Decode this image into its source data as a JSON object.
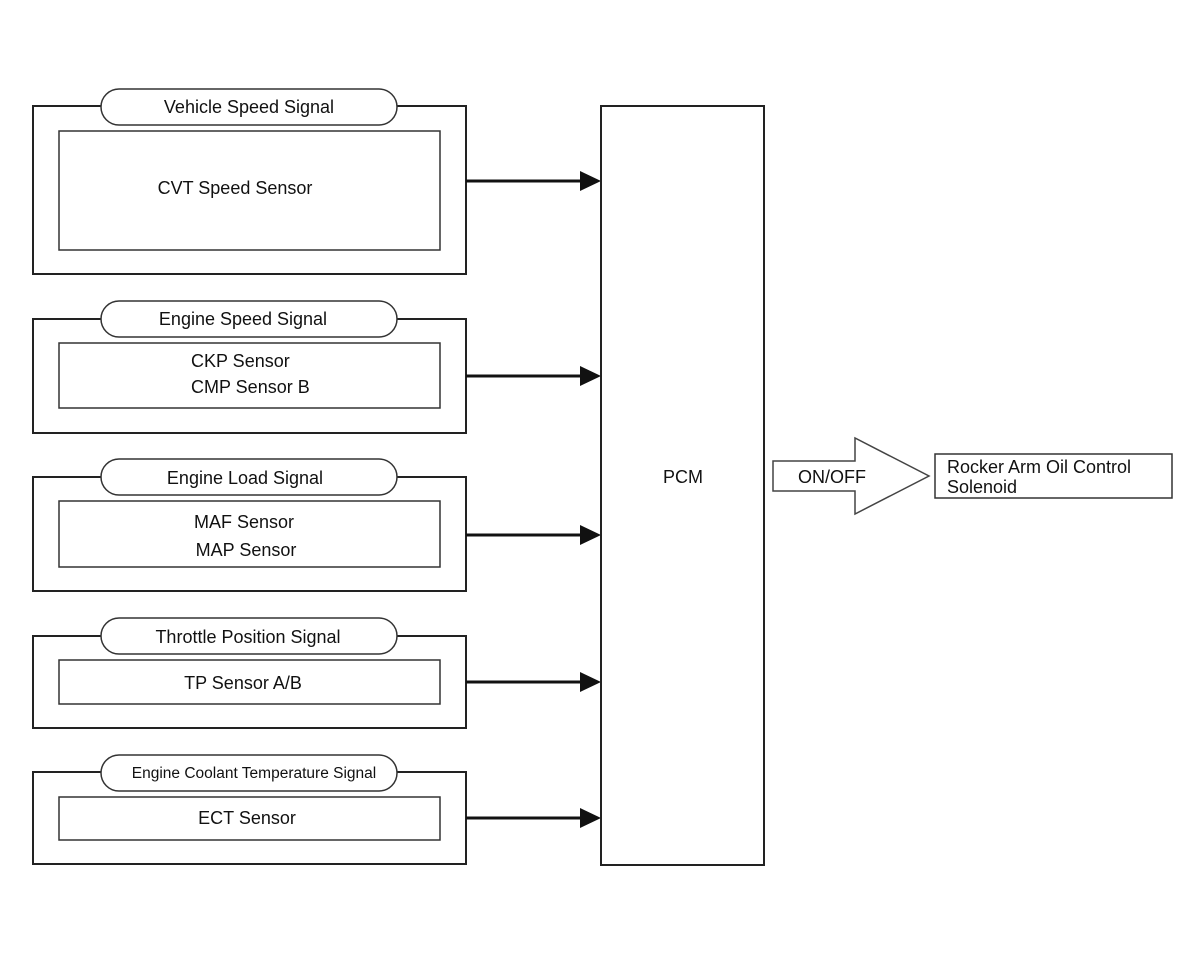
{
  "pcm": {
    "label": "PCM"
  },
  "inputs": [
    {
      "signal": "Vehicle Speed Signal",
      "sensors": [
        "CVT Speed Sensor"
      ]
    },
    {
      "signal": "Engine Speed Signal",
      "sensors": [
        "CKP Sensor",
        "CMP Sensor B"
      ]
    },
    {
      "signal": "Engine Load Signal",
      "sensors": [
        "MAF Sensor",
        "MAP Sensor"
      ]
    },
    {
      "signal": "Throttle Position Signal",
      "sensors": [
        "TP Sensor A/B"
      ]
    },
    {
      "signal": "Engine Coolant Temperature Signal",
      "sensors": [
        "ECT Sensor"
      ]
    }
  ],
  "output": {
    "command": "ON/OFF",
    "target_lines": [
      "Rocker Arm Oil Control",
      "Solenoid"
    ]
  }
}
